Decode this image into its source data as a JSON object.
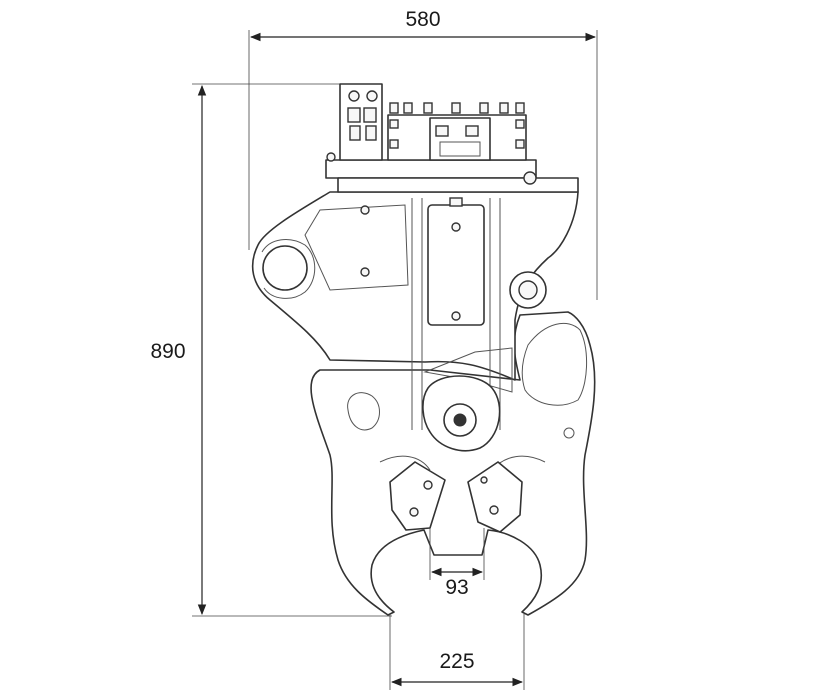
{
  "drawing": {
    "dimensions": {
      "overall_width": "580",
      "overall_height": "890",
      "jaw_inner": "93",
      "jaw_opening": "225"
    },
    "colors": {
      "line": "#333333",
      "background": "#ffffff"
    }
  }
}
